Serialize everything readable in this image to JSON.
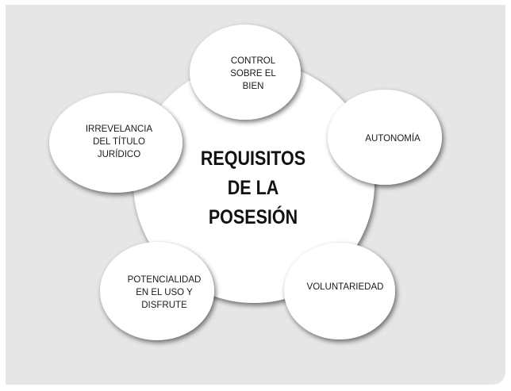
{
  "diagram": {
    "center": {
      "title_line_1": "REQUISITOS",
      "title_line_2": "DE LA",
      "title_line_3": "POSESIÓN"
    },
    "nodes": {
      "top": [
        "CONTROL",
        "SOBRE EL",
        "BIEN"
      ],
      "right": [
        "AUTONOMÍA"
      ],
      "bottom_right": [
        "VOLUNTARIEDAD"
      ],
      "bottom_left": [
        "POTENCIALIDAD",
        "EN EL USO Y",
        "DISFRUTE"
      ],
      "left": [
        "IRREVELANCIA",
        "DEL TÍTULO",
        "JURÍDICO"
      ]
    },
    "colors": {
      "background_panel": "#e6e6e6",
      "circle_fill": "#ffffff",
      "text": "#111111",
      "shadow": "#9a9a9a"
    }
  }
}
